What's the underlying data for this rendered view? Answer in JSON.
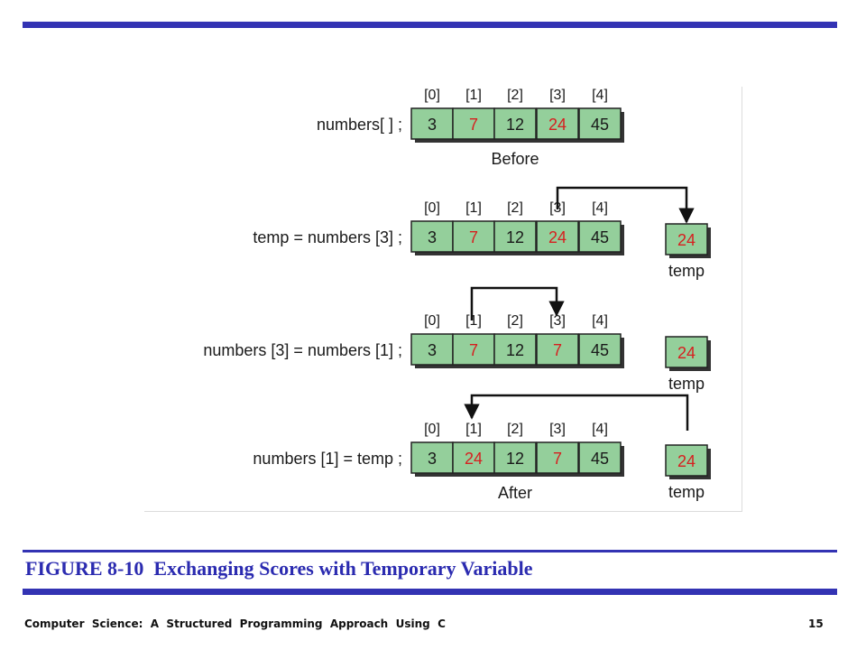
{
  "figure": {
    "caption_number": "FIGURE 8-10",
    "caption_title": "Exchanging Scores with Temporary Variable",
    "indices": [
      "[0]",
      "[1]",
      "[2]",
      "[3]",
      "[4]"
    ],
    "rows": [
      {
        "statement": "numbers[ ] ;",
        "cells": [
          "3",
          "7",
          "12",
          "24",
          "45"
        ],
        "highlight": [
          1,
          3
        ],
        "below_label": "Before",
        "temp": null
      },
      {
        "statement": "temp  =  numbers [3] ;",
        "cells": [
          "3",
          "7",
          "12",
          "24",
          "45"
        ],
        "highlight": [
          1,
          3
        ],
        "below_label": "",
        "temp": "24"
      },
      {
        "statement": "numbers  [3] = numbers [1] ;",
        "cells": [
          "3",
          "7",
          "12",
          "7",
          "45"
        ],
        "highlight": [
          1,
          3
        ],
        "below_label": "",
        "temp": "24"
      },
      {
        "statement": "numbers  [1]  =  temp ;",
        "cells": [
          "3",
          "24",
          "12",
          "7",
          "45"
        ],
        "highlight": [
          1,
          3
        ],
        "below_label": "After",
        "temp": "24"
      }
    ],
    "temp_label": "temp",
    "colors": {
      "cell_fill": "#94cf9b",
      "highlight_text": "#d62020",
      "normal_text": "#1a1a1a",
      "accent": "#3333b3"
    }
  },
  "footer": {
    "left": "Computer  Science:  A  Structured  Programming  Approach  Using  C",
    "page": "15"
  }
}
